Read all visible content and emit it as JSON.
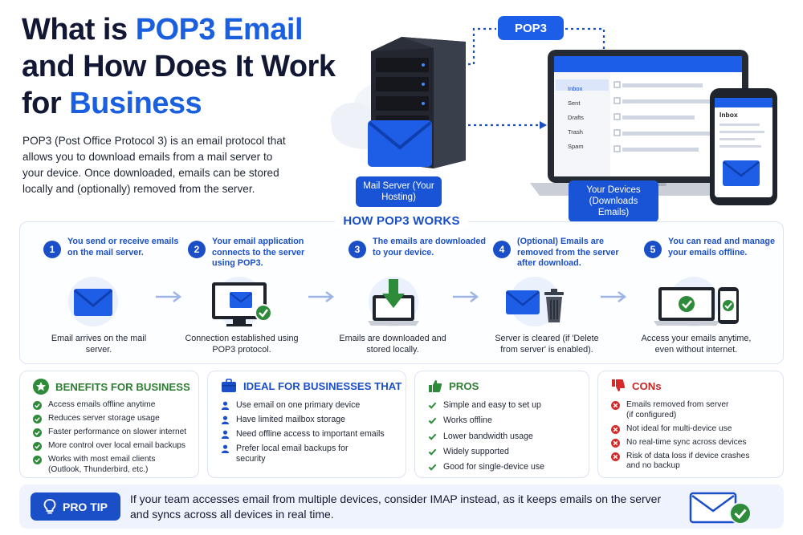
{
  "header": {
    "title_part1": "What is ",
    "title_hl1": "POP3 Email",
    "title_part2": " and How Does It Work for ",
    "title_hl2": "Business",
    "intro": "POP3 (Post Office Protocol 3) is an email protocol that allows you to download emails from a mail server to your device. Once downloaded, emails can be stored locally and (optionally) removed from the server."
  },
  "hero": {
    "pop3_label": "POP3",
    "server_label": "Mail Server (Your Hosting)",
    "devices_label": "Your Devices (Downloads Emails)",
    "laptop_menu": [
      "Inbox",
      "Sent",
      "Drafts",
      "Trash",
      "Spam"
    ],
    "phone_title": "Inbox"
  },
  "how": {
    "title": "HOW POP3 WORKS",
    "steps": [
      {
        "num": "1",
        "text": "You send or receive emails on the mail server.",
        "caption": "Email arrives on the mail server."
      },
      {
        "num": "2",
        "text": "Your email application connects to the server using POP3.",
        "caption": "Connection established using POP3 protocol."
      },
      {
        "num": "3",
        "text": "The emails are downloaded to your device.",
        "caption": "Emails are downloaded and stored locally."
      },
      {
        "num": "4",
        "text": "(Optional) Emails are removed from the server after download.",
        "caption": "Server is cleared (if 'Delete from server' is enabled)."
      },
      {
        "num": "5",
        "text": "You can read and manage your emails offline.",
        "caption": "Access your emails anytime, even without internet."
      }
    ]
  },
  "cards": {
    "benefits": {
      "title": "BENEFITS FOR BUSINESS",
      "items": [
        "Access emails offline anytime",
        "Reduces server storage usage",
        "Faster performance on slower internet",
        "More control over local email backups",
        "Works with most email clients (Outlook, Thunderbird, etc.)"
      ]
    },
    "ideal": {
      "title": "IDEAL FOR BUSINESSES THAT",
      "items": [
        "Use email on one primary device",
        "Have limited mailbox storage",
        "Need offline access to important emails",
        "Prefer local email backups for security"
      ]
    },
    "pros": {
      "title": "PROS",
      "items": [
        "Simple and easy to set up",
        "Works offline",
        "Lower bandwidth usage",
        "Widely supported",
        "Good for single-device use"
      ]
    },
    "cons": {
      "title": "CONs",
      "items": [
        "Emails removed from server (if configured)",
        "Not ideal for multi-device use",
        "No real-time sync across devices",
        "Risk of data loss if device crashes and no backup"
      ]
    }
  },
  "tip": {
    "badge": "PRO TIP",
    "text": "If your team accesses email from multiple devices, consider IMAP instead, as it keeps emails on the server and syncs across all devices in real time."
  },
  "colors": {
    "primary": "#1a4fc8",
    "accent": "#1a5fe0",
    "green": "#2e8b3a",
    "red": "#d62b2b"
  }
}
